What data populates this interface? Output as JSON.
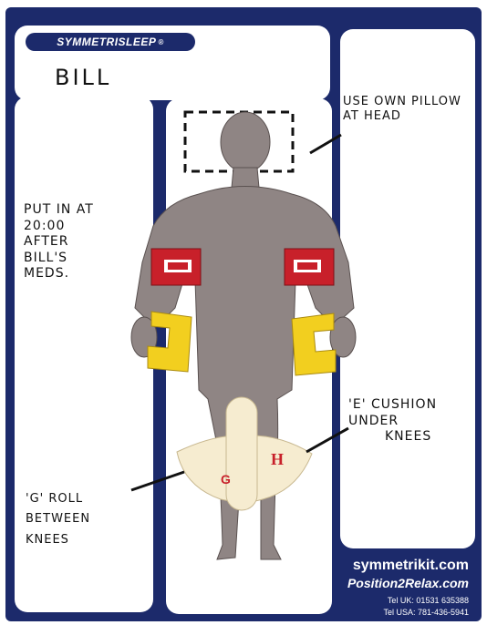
{
  "header": {
    "brand": "SYMMETRISLEEP",
    "registered_mark": "®",
    "patient_name": "BILL"
  },
  "notes": {
    "left": [
      "PUT IN AT",
      "20:00",
      "AFTER",
      "BILL'S",
      "MEDS."
    ],
    "pillow": [
      "USE OWN PILLOW",
      "AT HEAD"
    ],
    "cushion": [
      "'E' CUSHION",
      "UNDER",
      "KNEES"
    ],
    "roll": [
      "'G' ROLL",
      "BETWEEN",
      "KNEES"
    ]
  },
  "markers": {
    "g": "G",
    "e": "H"
  },
  "contact": {
    "site1": "symmetrikit.com",
    "site2": "Position2Relax.com",
    "tel_uk": "Tel UK:  01531 635388",
    "tel_usa": "Tel USA:  781-436-5941"
  },
  "colors": {
    "board": "#1c2a6b",
    "body": "#8f8584",
    "red_cushion": "#c8202a",
    "yellow_cushion": "#f2cf1f",
    "cream_cushion": "#f6ecd0"
  }
}
